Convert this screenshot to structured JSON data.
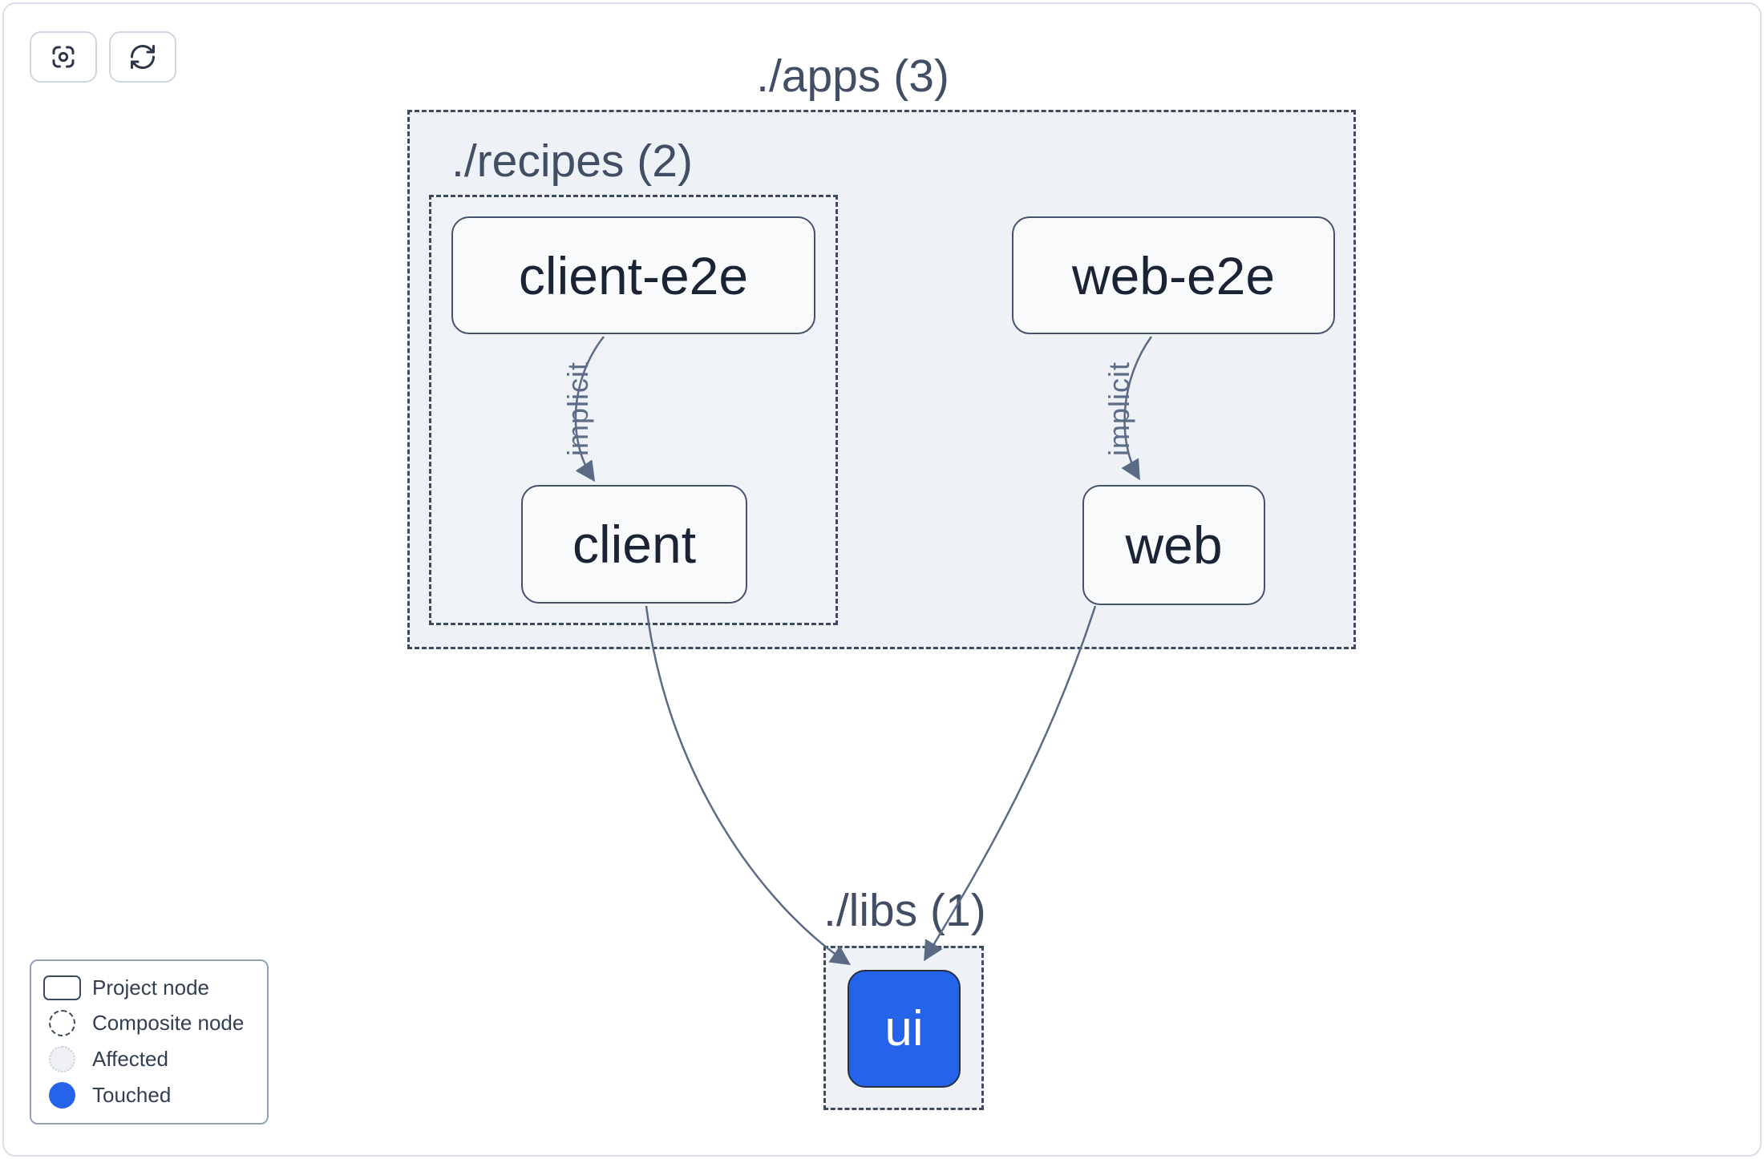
{
  "toolbar": {
    "buttons": [
      {
        "name": "focus",
        "icon": "focus-target-icon"
      },
      {
        "name": "refresh",
        "icon": "refresh-icon"
      }
    ]
  },
  "graph": {
    "containers": [
      {
        "id": "apps",
        "label": "./apps (3)",
        "count": 3
      },
      {
        "id": "recipes",
        "label": "./recipes (2)",
        "count": 2
      },
      {
        "id": "libs",
        "label": "./libs (1)",
        "count": 1
      }
    ],
    "nodes": [
      {
        "id": "client-e2e",
        "label": "client-e2e",
        "state": "default",
        "container": "recipes"
      },
      {
        "id": "web-e2e",
        "label": "web-e2e",
        "state": "default",
        "container": "apps"
      },
      {
        "id": "client",
        "label": "client",
        "state": "default",
        "container": "recipes"
      },
      {
        "id": "web",
        "label": "web",
        "state": "default",
        "container": "apps"
      },
      {
        "id": "ui",
        "label": "ui",
        "state": "touched",
        "container": "libs"
      }
    ],
    "edges": [
      {
        "from": "client-e2e",
        "to": "client",
        "label": "implicit"
      },
      {
        "from": "web-e2e",
        "to": "web",
        "label": "implicit"
      },
      {
        "from": "client",
        "to": "ui",
        "label": ""
      },
      {
        "from": "web",
        "to": "ui",
        "label": ""
      }
    ]
  },
  "legend": {
    "items": [
      {
        "label": "Project node",
        "icon": "project-node-icon"
      },
      {
        "label": "Composite node",
        "icon": "composite-node-icon"
      },
      {
        "label": "Affected",
        "icon": "affected-icon"
      },
      {
        "label": "Touched",
        "icon": "touched-icon"
      }
    ]
  },
  "colors": {
    "touched_blue": "#2563eb",
    "container_fill": "#eef1f6",
    "dashed_border": "#3e4a5e",
    "edge": "#5b6b85",
    "node_border": "#44536b",
    "node_fill": "#f8fafc",
    "node_text": "#1a2435",
    "container_label_text": "#414e63",
    "frame_border": "#d9dfe9"
  }
}
